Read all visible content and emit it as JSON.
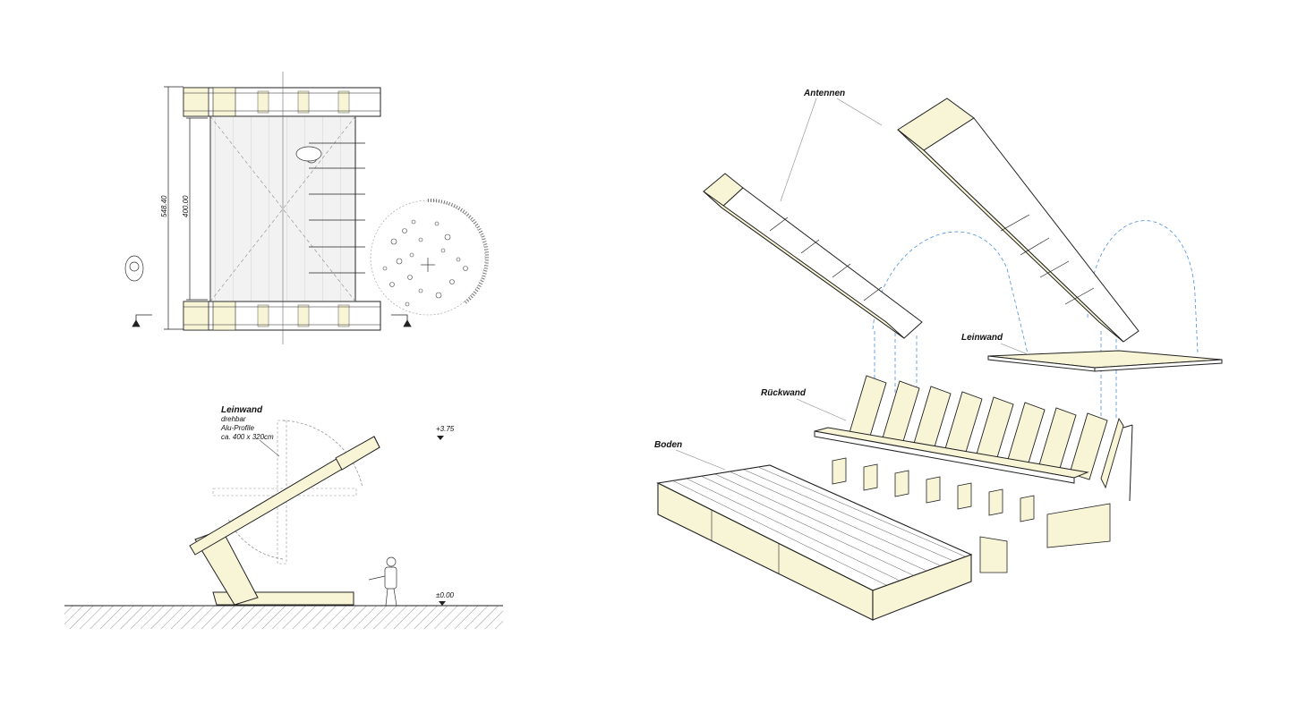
{
  "plan": {
    "dim_outer": "548.40",
    "dim_inner": "400.00"
  },
  "section": {
    "screen_title": "Leinwand",
    "screen_lines": [
      "drehbar",
      "Alu-Profile",
      "ca. 400 x 320cm"
    ],
    "level_top": "+3.75",
    "level_ground": "±0.00"
  },
  "axonometry": {
    "labels": {
      "antennen": "Antennen",
      "leinwand": "Leinwand",
      "rueckwand": "Rückwand",
      "boden": "Boden"
    }
  },
  "colors": {
    "wood": "#f8f5d7",
    "line": "#222222",
    "guide": "#4a90d9",
    "hatch": "#888888"
  }
}
